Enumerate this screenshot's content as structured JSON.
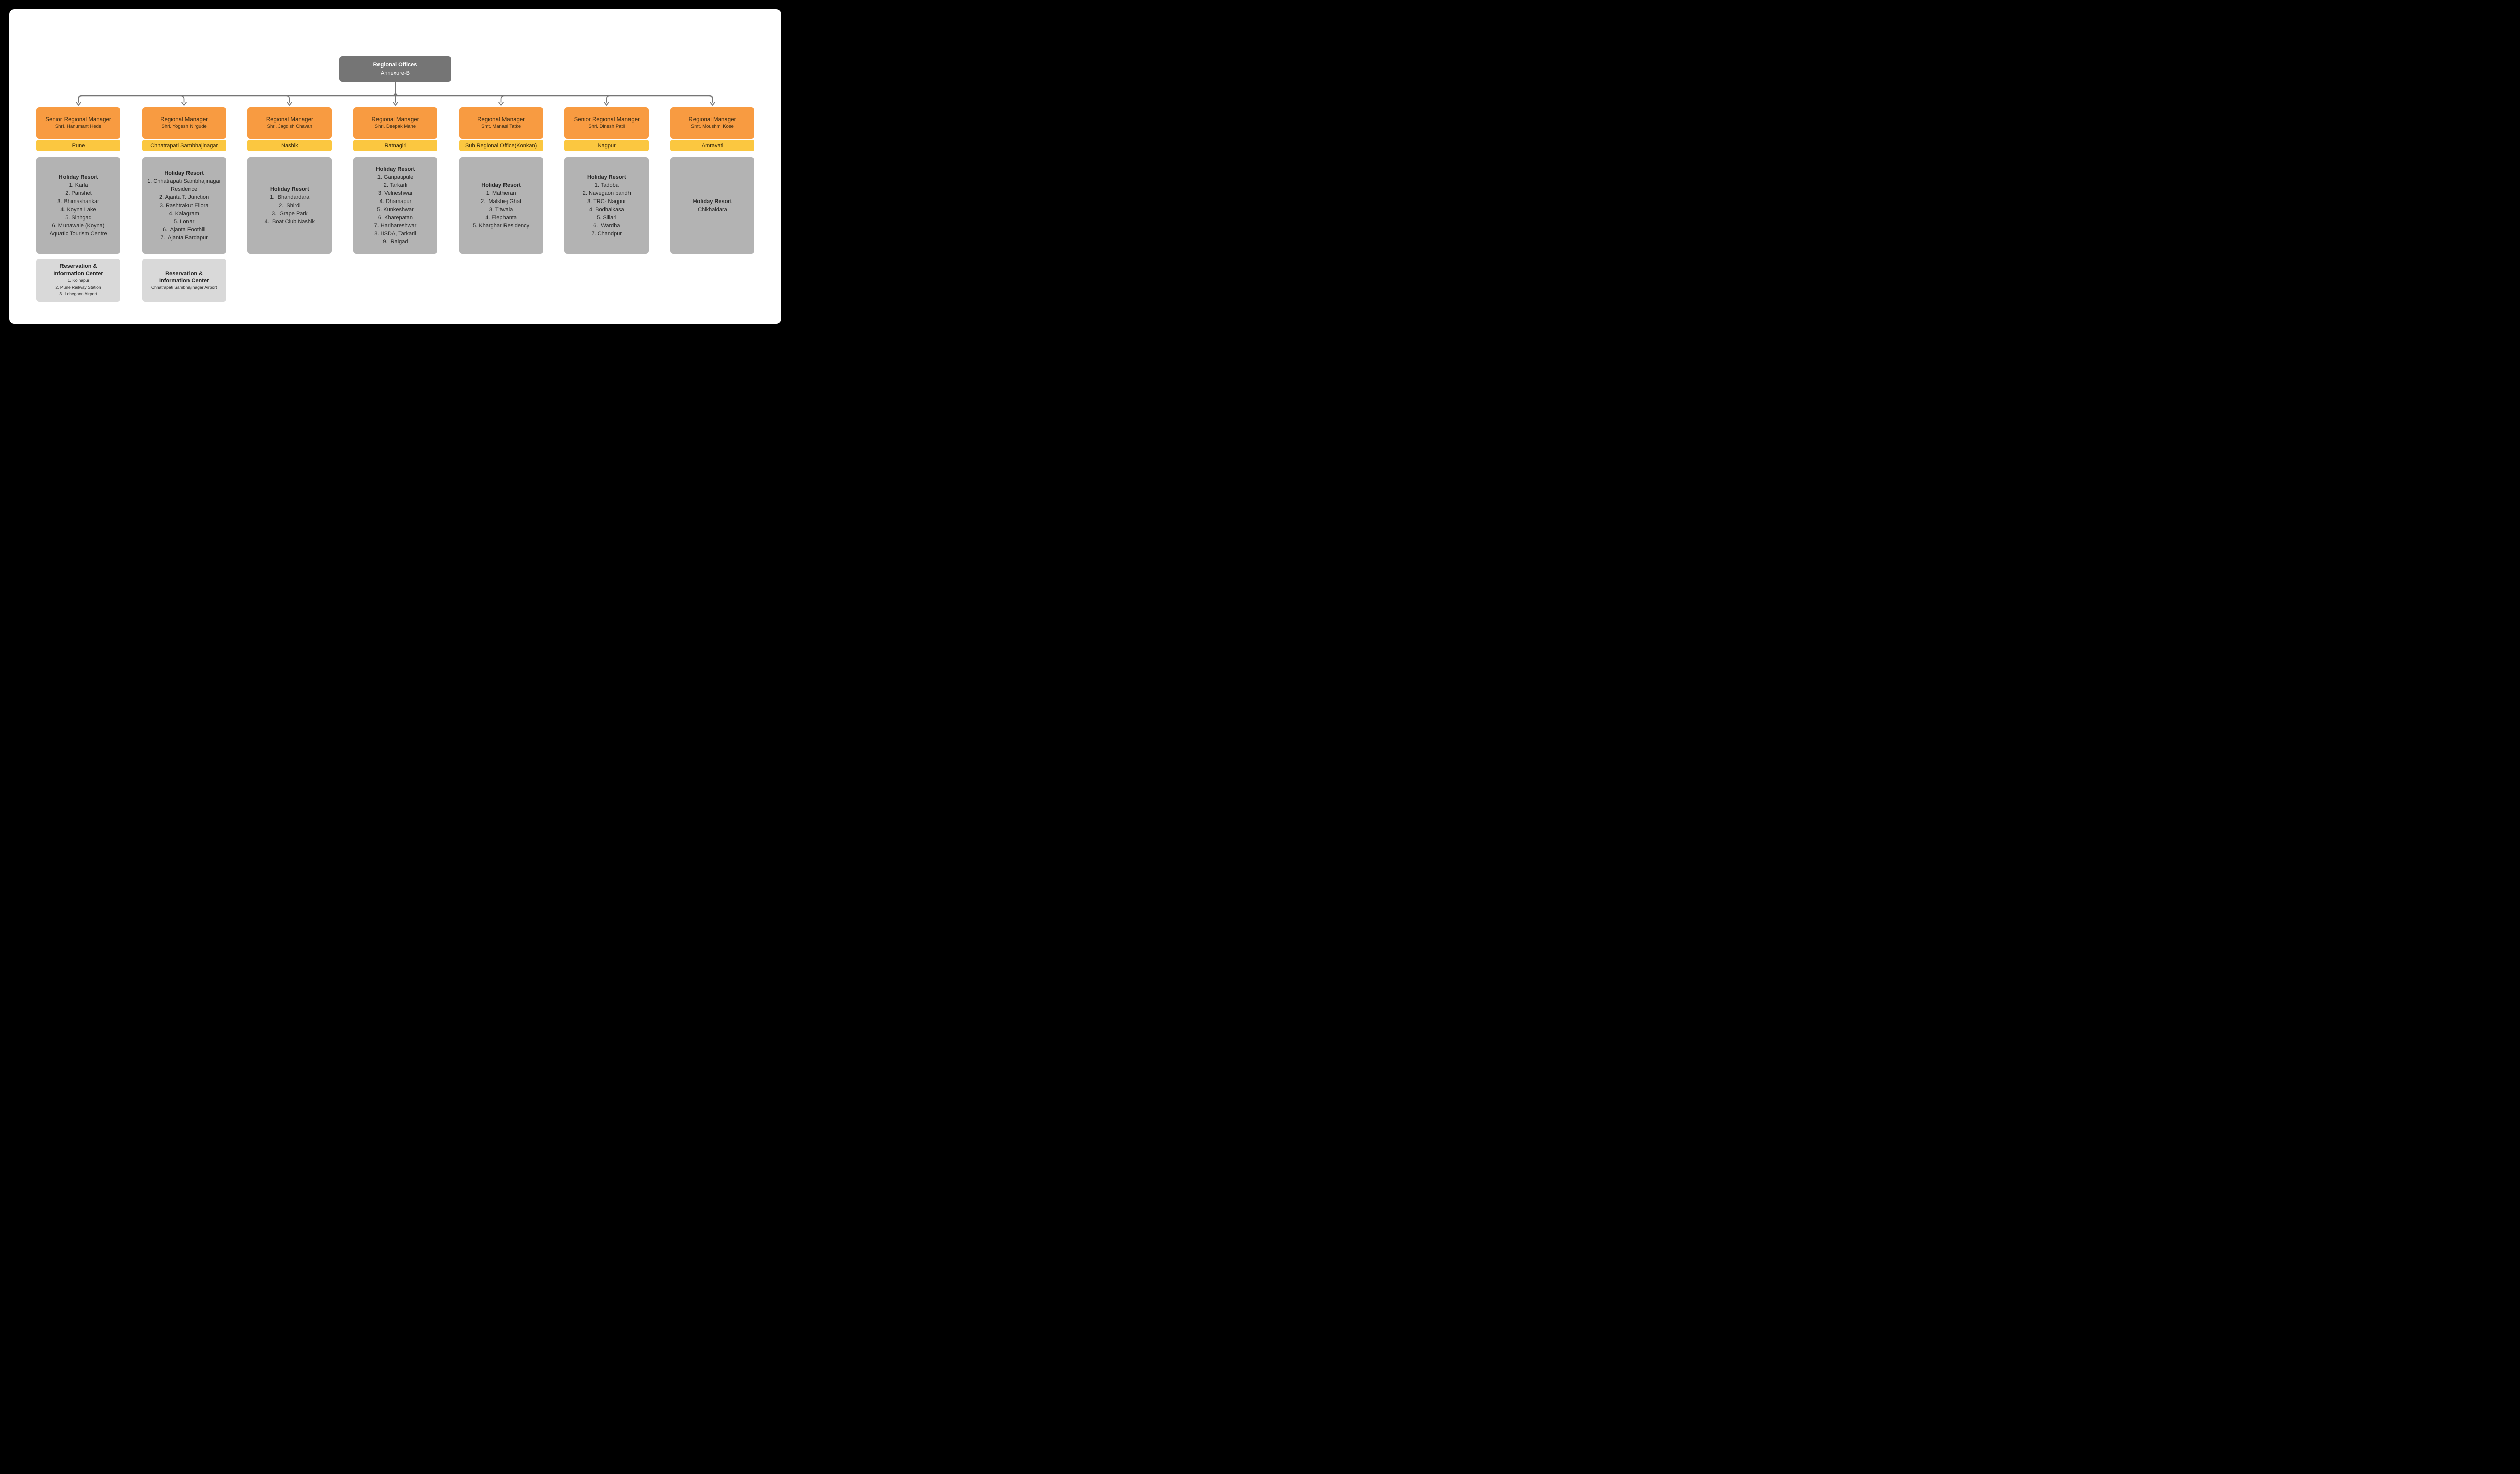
{
  "header": {
    "line1": "Regional Offices",
    "line2": "Annexure-B"
  },
  "labels": {
    "holiday_resort": "Holiday Resort",
    "reservation_center": "Reservation & Information Center"
  },
  "colors": {
    "background": "#000000",
    "canvas": "#FFFFFF",
    "header_box": "#757575",
    "connector_line": "#757575",
    "manager_box": "#F89B41",
    "office_box": "#FBC740",
    "resort_box": "#B3B3B3",
    "reservation_box": "#D9D9D9",
    "header_text": "#FFFFFF",
    "body_text": "#262626"
  },
  "columns": [
    {
      "manager_title": "Senior Regional Manager",
      "manager_name": "Shri. Hanumant Hede",
      "office": "Pune",
      "resorts": [
        "1. Karla",
        "2. Panshet",
        "3. Bhimashankar",
        "4. Koyna Lake",
        "5. Sinhgad",
        "6. Munawale (Koyna)",
        "Aquatic Tourism Centre"
      ],
      "reservation_centers": [
        "1. Kolhapur",
        "2. Pune Railway Station",
        "3. Lohegaon Airport"
      ]
    },
    {
      "manager_title": "Regional Manager",
      "manager_name": "Shri. Yogesh Nirgude",
      "office": "Chhatrapati Sambhajinagar",
      "resorts": [
        "1. Chhatrapati Sambhajinagar Residence",
        "2. Ajanta T. Junction",
        "3. Rashtrakut Ellora",
        "4. Kalagram",
        "5. Lonar",
        "6.  Ajanta Foothill",
        "7.  Ajanta Fardapur"
      ],
      "reservation_centers": [
        "Chhatrapati Sambhajinagar Airport"
      ]
    },
    {
      "manager_title": "Regional Manager",
      "manager_name": "Shri. Jagdish Chavan",
      "office": "Nashik",
      "resorts": [
        "1.  Bhandardara",
        "2.  Shirdi",
        "3.  Grape Park",
        "4.  Boat Club Nashik"
      ],
      "reservation_centers": []
    },
    {
      "manager_title": "Regional Manager",
      "manager_name": "Shri. Deepak Mane",
      "office": "Ratnagiri",
      "resorts": [
        "1. Ganpatipule",
        "2. Tarkarli",
        "3. Velneshwar",
        "4. Dhamapur",
        "5. Kunkeshwar",
        "6. Kharepatan",
        "7. Harihareshwar",
        "8. IISDA, Tarkarli",
        "9.  Raigad"
      ],
      "reservation_centers": []
    },
    {
      "manager_title": "Regional Manager",
      "manager_name": "Smt. Manasi Tatke",
      "office": "Sub Regional Office(Konkan)",
      "resorts": [
        "1. Matheran",
        "2.  Malshej Ghat",
        "3. Titwala",
        "4. Elephanta",
        "5. Kharghar Residency"
      ],
      "reservation_centers": []
    },
    {
      "manager_title": "Senior Regional Manager",
      "manager_name": "Shri. Dinesh Patil",
      "office": "Nagpur",
      "resorts": [
        "1. Tadoba",
        "2. Navegaon bandh",
        "3. TRC- Nagpur",
        "4. Bodhalkasa",
        "5. Sillari",
        "6.  Wardha",
        "7. Chandpur"
      ],
      "reservation_centers": []
    },
    {
      "manager_title": "Regional Manager",
      "manager_name": "Smt. Moushmi Kose",
      "office": "Amravati",
      "resorts": [
        "Chikhaldara"
      ],
      "reservation_centers": []
    }
  ]
}
